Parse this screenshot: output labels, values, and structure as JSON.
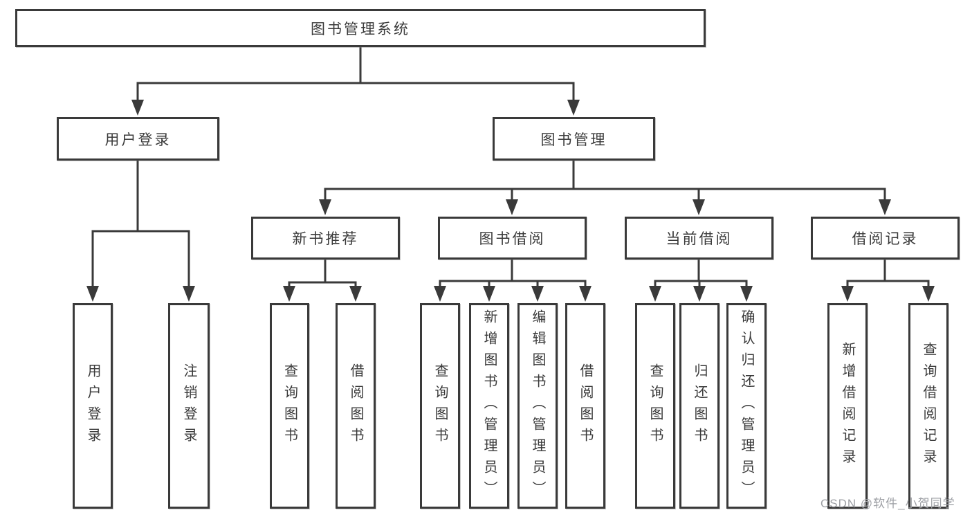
{
  "colors": {
    "line": "#3a3a3a",
    "text": "#3a3a3a",
    "fill": "#ffffff",
    "watermark": "#9ea0a5"
  },
  "watermark": {
    "text": "CSDN @软件_小贺同学"
  },
  "diagram": {
    "type": "hierarchy-tree",
    "tree": {
      "label": "图书管理系统",
      "children": [
        {
          "label": "用户登录",
          "children": [
            {
              "label": "用户登录"
            },
            {
              "label": "注销登录"
            }
          ]
        },
        {
          "label": "图书管理",
          "children": [
            {
              "label": "新书推荐",
              "children": [
                {
                  "label": "查询图书"
                },
                {
                  "label": "借阅图书"
                }
              ]
            },
            {
              "label": "图书借阅",
              "children": [
                {
                  "label": "查询图书"
                },
                {
                  "label": "新增图书（管理员）"
                },
                {
                  "label": "编辑图书（管理员）"
                },
                {
                  "label": "借阅图书"
                }
              ]
            },
            {
              "label": "当前借阅",
              "children": [
                {
                  "label": "查询图书"
                },
                {
                  "label": "归还图书"
                },
                {
                  "label": "确认归还（管理员）"
                }
              ]
            },
            {
              "label": "借阅记录",
              "children": [
                {
                  "label": "新增借阅记录"
                },
                {
                  "label": "查询借阅记录"
                }
              ]
            }
          ]
        }
      ]
    }
  }
}
